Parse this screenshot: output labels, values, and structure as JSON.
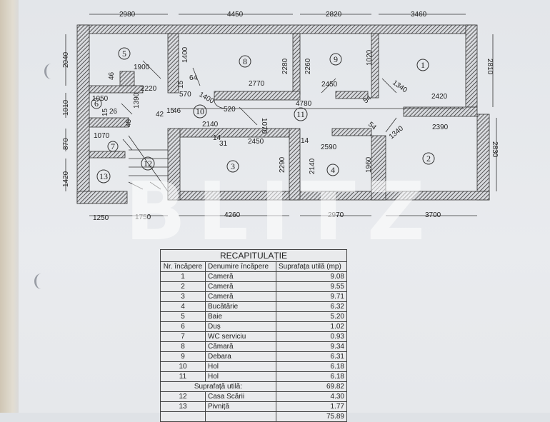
{
  "plan": {
    "rooms": [
      "1",
      "2",
      "3",
      "4",
      "5",
      "6",
      "7",
      "8",
      "9",
      "10",
      "11",
      "12",
      "13"
    ],
    "dims": [
      "2980",
      "4450",
      "2820",
      "3460",
      "2040",
      "1400",
      "2280",
      "2260",
      "1020",
      "2810",
      "1900",
      "46",
      "2220",
      "15",
      "64",
      "570",
      "1400",
      "2770",
      "2450",
      "1340",
      "2420",
      "1050",
      "1390",
      "1010",
      "15",
      "26",
      "520",
      "4780",
      "1070",
      "54",
      "1070",
      "870",
      "45",
      "42",
      "15",
      "46",
      "14",
      "2140",
      "31",
      "2450",
      "2590",
      "14",
      "2390",
      "1340",
      "54",
      "2830",
      "1420",
      "2290",
      "2140",
      "1960",
      "1250",
      "1750",
      "4260",
      "2970",
      "3700"
    ]
  },
  "watermark": "BLITZ",
  "table": {
    "title": "RECAPITULAȚIE",
    "headers": [
      "Nr. încăpere",
      "Denumire încăpere",
      "Suprafața utilă (mp)"
    ],
    "rows": [
      [
        "1",
        "Cameră",
        "9.08"
      ],
      [
        "2",
        "Cameră",
        "9.55"
      ],
      [
        "3",
        "Cameră",
        "9.71"
      ],
      [
        "4",
        "Bucătărie",
        "6.32"
      ],
      [
        "5",
        "Baie",
        "5.20"
      ],
      [
        "6",
        "Duș",
        "1.02"
      ],
      [
        "7",
        "WC serviciu",
        "0.93"
      ],
      [
        "8",
        "Cămară",
        "9.34"
      ],
      [
        "9",
        "Debara",
        "6.31"
      ],
      [
        "10",
        "Hol",
        "6.18"
      ],
      [
        "11",
        "Hol",
        "6.18"
      ]
    ],
    "subtotal_label": "Suprafață utilă:",
    "subtotal_value": "69.82",
    "rows2": [
      [
        "12",
        "Casa Scării",
        "4.30"
      ],
      [
        "13",
        "Pivniță",
        "1.77"
      ]
    ],
    "total_value": "75.89"
  }
}
